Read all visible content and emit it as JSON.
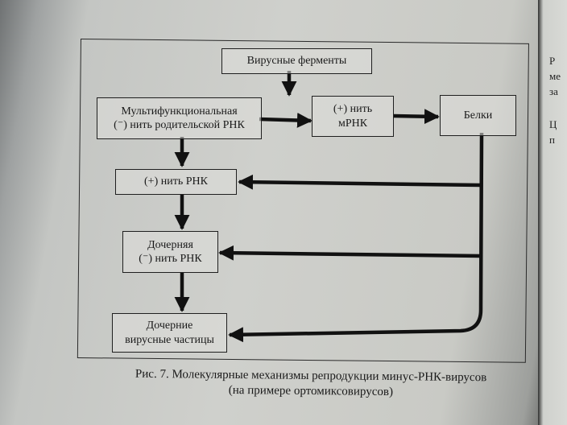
{
  "boxes": {
    "virus_enzymes": "Вирусные ферменты",
    "multifunctional": "Мультифункциональная\n(⁻) нить родительской РНК",
    "plus_mrna": "(+) нить\nмРНК",
    "proteins": "Белки",
    "plus_rna": "(+) нить РНК",
    "daughter_minus": "Дочерняя\n(⁻) нить РНК",
    "daughter_particles": "Дочерние\nвирусные частицы"
  },
  "caption": {
    "line1": "Рис. 7. Молекулярные механизмы репродукции минус-РНК-вирусов",
    "line2": "(на примере ортомиксовирусов)"
  },
  "right_page": {
    "line1": "Р",
    "line2": "ме",
    "line3": "за",
    "line4": "Ц",
    "line5": "п"
  }
}
